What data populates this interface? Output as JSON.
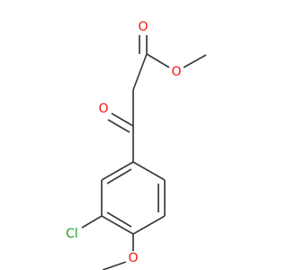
{
  "molecule": {
    "atoms": {
      "ester_oxygen": "O",
      "carbonyl_oxygen_ester": "O",
      "carbonyl_oxygen_ketone": "O",
      "chlorine": "Cl",
      "methoxy_oxygen": "O"
    }
  },
  "colors": {
    "bond": "#3a3a3a",
    "oxygen": "#ff0d0d",
    "chlorine": "#1fa01f",
    "background": "#ffffff"
  }
}
